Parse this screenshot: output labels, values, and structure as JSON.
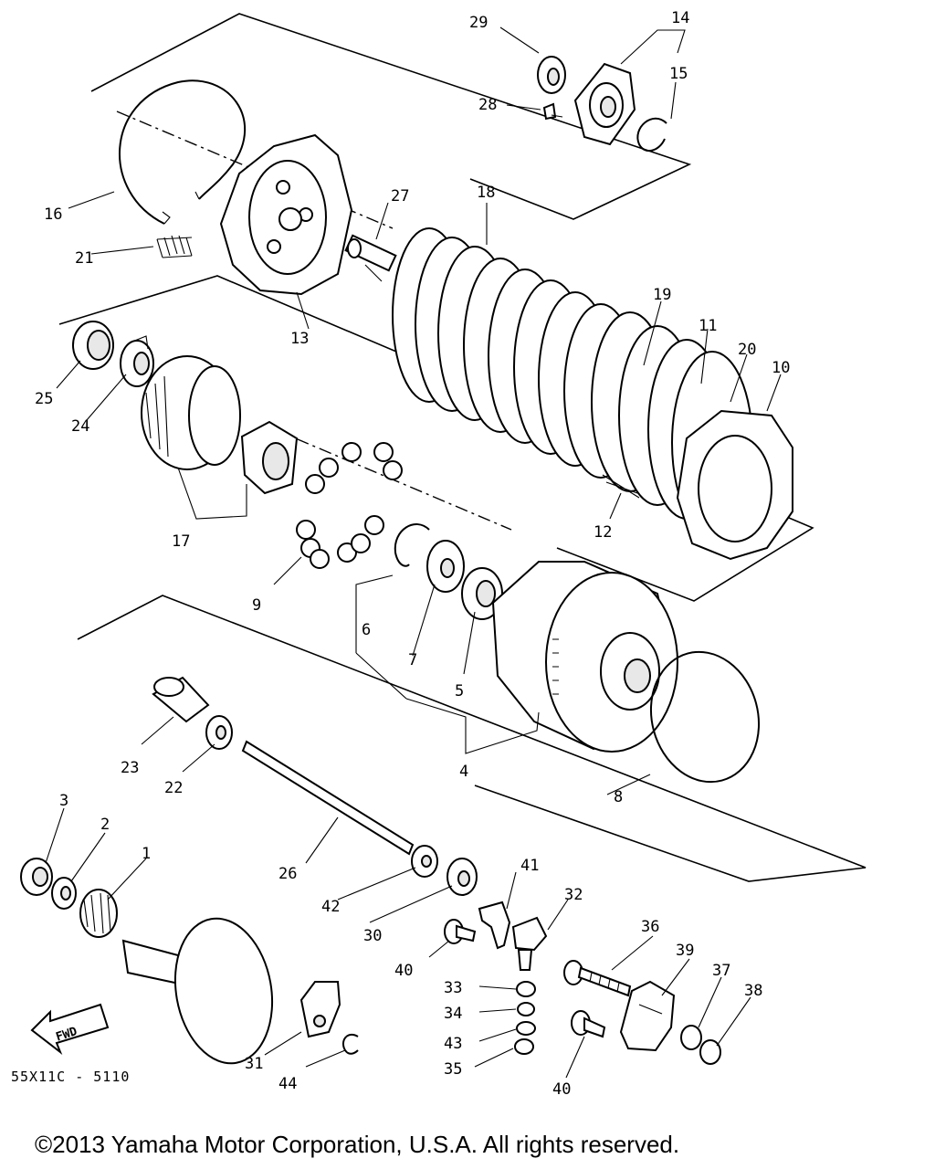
{
  "diagram": {
    "code": "55X11C - 5110",
    "direction_label": "FWD",
    "callouts": [
      "1",
      "2",
      "3",
      "4",
      "5",
      "6",
      "7",
      "8",
      "9",
      "10",
      "11",
      "12",
      "13",
      "14",
      "15",
      "16",
      "17",
      "18",
      "19",
      "20",
      "21",
      "22",
      "23",
      "24",
      "25",
      "26",
      "27",
      "28",
      "29",
      "30",
      "31",
      "32",
      "33",
      "34",
      "35",
      "36",
      "37",
      "38",
      "39",
      "40",
      "40",
      "41",
      "42",
      "43",
      "44"
    ]
  },
  "footer": {
    "copyright": "©2013 Yamaha Motor Corporation, U.S.A. All rights reserved."
  },
  "colors": {
    "ink": "#000000",
    "paper": "#ffffff"
  }
}
